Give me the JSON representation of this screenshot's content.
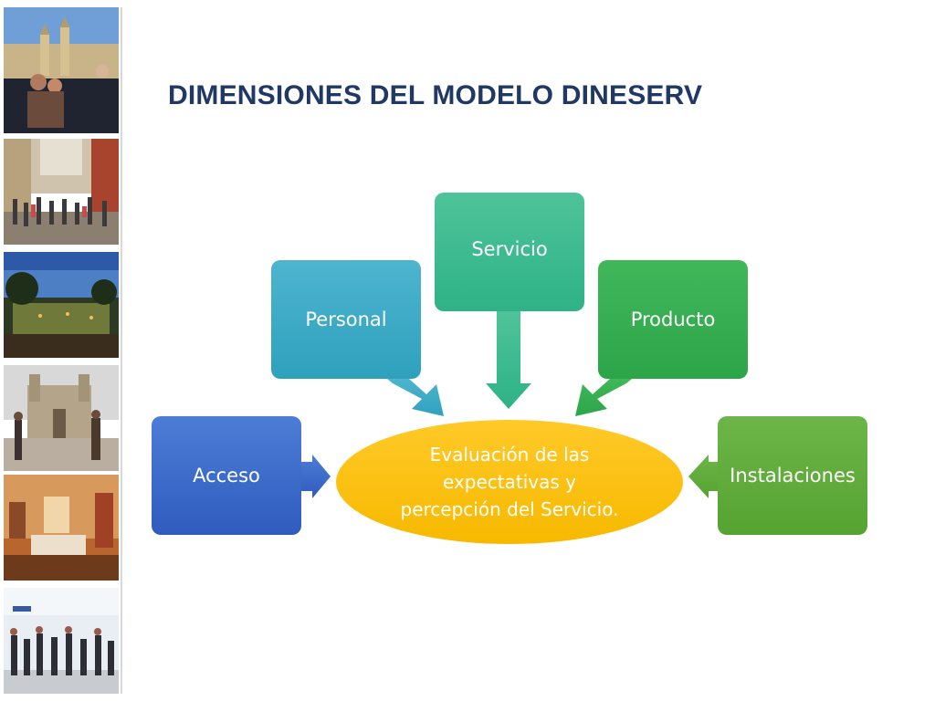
{
  "title": "DIMENSIONES DEL MODELO DINESERV",
  "diagram": {
    "center": {
      "lines": [
        "Evaluación de las",
        "expectativas y",
        "percepción del Servicio."
      ]
    },
    "nodes": {
      "acceso": "Acceso",
      "personal": "Personal",
      "servicio": "Servicio",
      "producto": "Producto",
      "instalaciones": "Instalaciones"
    }
  },
  "colors": {
    "title": "#1f3864",
    "acceso": "#3a67c8",
    "personal": "#37a8c4",
    "servicio": "#36b98d",
    "producto": "#34ad4f",
    "instalaciones": "#5fab3a",
    "center": "#fbbf12"
  },
  "sidebar": {
    "photos": [
      "colonial-cathedral-photo",
      "pedestrian-street-photo",
      "night-garden-photo",
      "church-plaza-photo",
      "hotel-room-photo",
      "airport-crowd-photo"
    ]
  }
}
